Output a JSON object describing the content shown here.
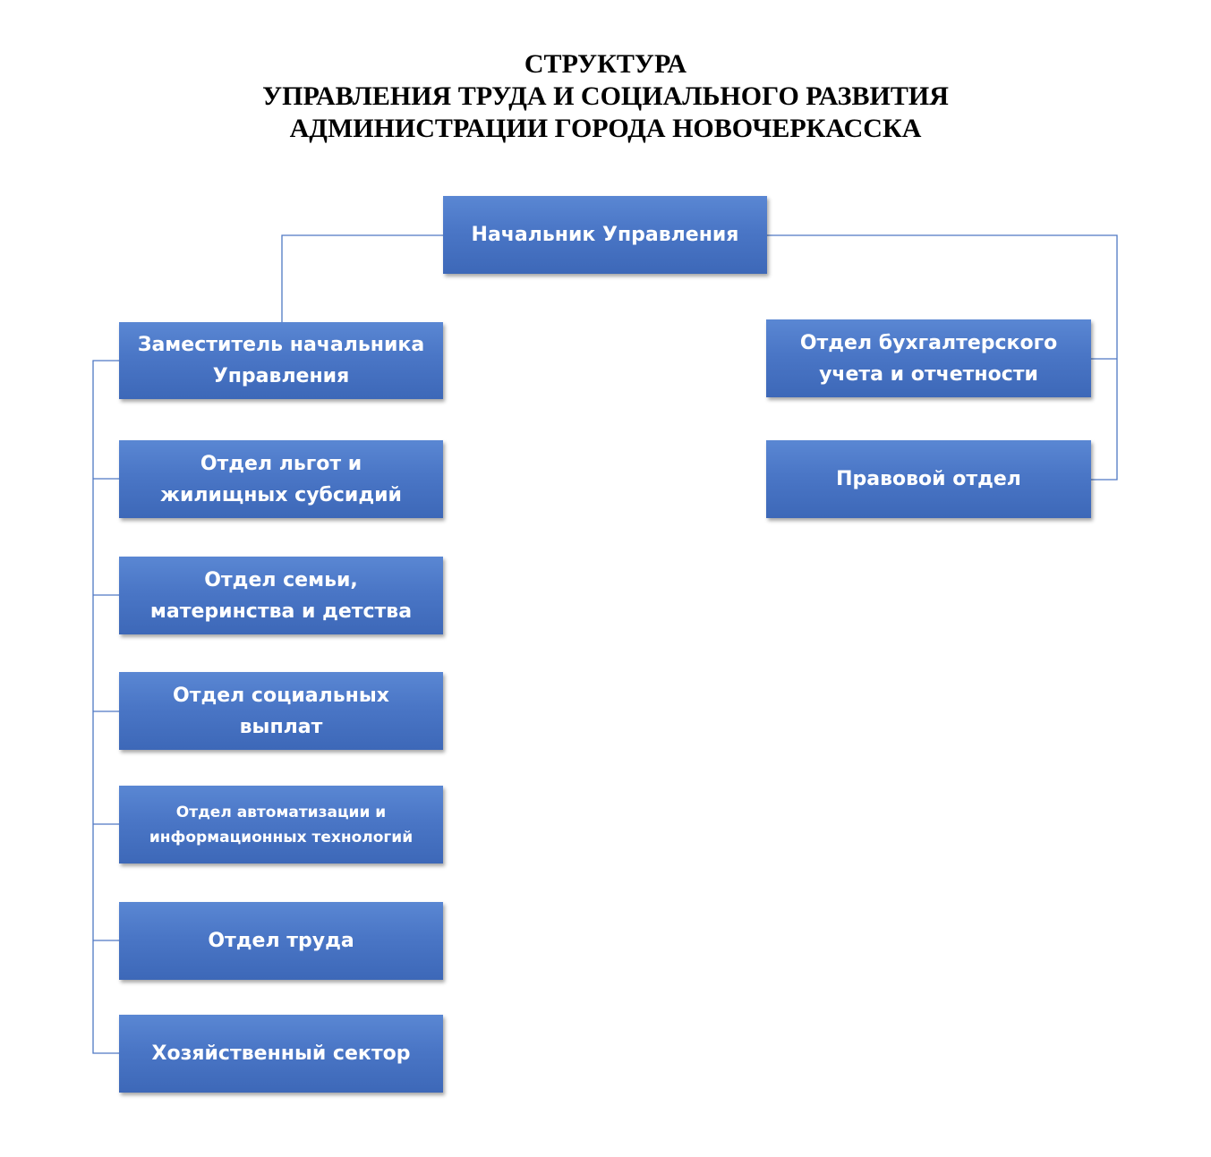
{
  "title": {
    "line1": "СТРУКТУРА",
    "line2": "УПРАВЛЕНИЯ ТРУДА И СОЦИАЛЬНОГО РАЗВИТИЯ",
    "line3": "АДМИНИСТРАЦИИ ГОРОДА НОВОЧЕРКАССКА"
  },
  "head": {
    "label": "Начальник Управления"
  },
  "deputy": {
    "line1": "Заместитель начальника",
    "line2": "Управления"
  },
  "left_departments": [
    {
      "line1": "Отдел льгот и",
      "line2": "жилищных субсидий"
    },
    {
      "line1": "Отдел семьи,",
      "line2": "материнства и детства"
    },
    {
      "line1": "Отдел социальных",
      "line2": "выплат"
    },
    {
      "line1": "Отдел автоматизации и",
      "line2": "информационных технологий"
    },
    {
      "line1": "Отдел труда",
      "line2": ""
    },
    {
      "line1": "Хозяйственный сектор",
      "line2": ""
    }
  ],
  "right_departments": [
    {
      "line1": "Отдел бухгалтерского",
      "line2": "учета и отчетности"
    },
    {
      "line1": "Правовой отдел",
      "line2": ""
    }
  ],
  "colors": {
    "box_fill": "#4a76c6",
    "connector": "#4f78c4",
    "box_text": "#ffffff"
  }
}
